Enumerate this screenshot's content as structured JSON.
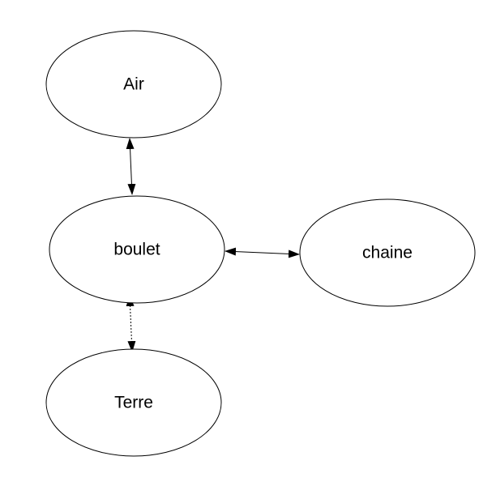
{
  "diagram": {
    "nodes": [
      {
        "id": "air",
        "label": "Air"
      },
      {
        "id": "boulet",
        "label": "boulet"
      },
      {
        "id": "chaine",
        "label": "chaine"
      },
      {
        "id": "terre",
        "label": "Terre"
      }
    ],
    "edges": [
      {
        "from": "air",
        "to": "boulet",
        "direction": "both",
        "style": "solid"
      },
      {
        "from": "boulet",
        "to": "chaine",
        "direction": "both",
        "style": "solid"
      },
      {
        "from": "boulet",
        "to": "terre",
        "direction": "both",
        "style": "dotted"
      }
    ]
  }
}
